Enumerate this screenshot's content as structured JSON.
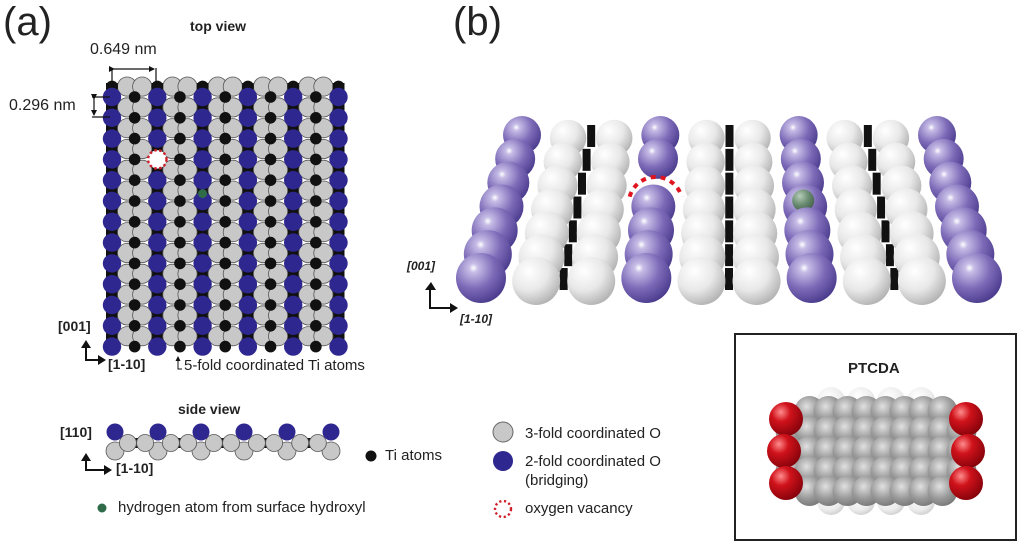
{
  "panels": {
    "a": {
      "label": "(a)",
      "top_view": {
        "title": "top view",
        "dimension_horizontal": "0.649 nm",
        "dimension_vertical": "0.296 nm",
        "axis_up": "[001]",
        "axis_right": "[1-10]",
        "annotation": "5-fold coordinated Ti atoms",
        "lattice": {
          "bridging_columns": 6,
          "rows": 13,
          "vacancy_position": {
            "column": 2,
            "row": 4
          },
          "hydrogen_position": {
            "column": 3,
            "row": 5
          }
        }
      },
      "side_view": {
        "title": "side view",
        "axis_up": "[110]",
        "axis_right": "[1-10]"
      }
    },
    "b": {
      "label": "(b)",
      "axis_up": "[001]",
      "axis_right": "[1-10]",
      "lattice": {
        "columns": [
          "bridging",
          "3fold",
          "3fold",
          "bridging",
          "3fold",
          "3fold",
          "bridging",
          "3fold",
          "3fold",
          "bridging"
        ],
        "rows": 7,
        "vacancy_position": {
          "column": 3,
          "row": 2
        },
        "hydrogen_position": {
          "column": 6,
          "row": 3
        }
      }
    }
  },
  "legend": {
    "items": [
      {
        "symbol": "ti-atom",
        "label": "Ti atoms"
      },
      {
        "symbol": "hydrogen",
        "label": "hydrogen atom from surface hydroxyl"
      },
      {
        "symbol": "o-3fold",
        "label": "3-fold coordinated O"
      },
      {
        "symbol": "o-2fold",
        "label": "2-fold coordinated O",
        "label2": "(bridging)"
      },
      {
        "symbol": "vacancy",
        "label": "oxygen vacancy"
      }
    ]
  },
  "ptcda": {
    "title": "PTCDA"
  },
  "colors": {
    "bridging_o": "#2e2790",
    "threefold_o": "#c8c8c8",
    "ti": "#111111",
    "hydrogen": "#2f6b48",
    "vacancy": "#d0202a",
    "bridging_o_3d": "#7d6bb8",
    "oxygen_red": "#d0121b",
    "carbon_gray": "#8a8a8a"
  }
}
